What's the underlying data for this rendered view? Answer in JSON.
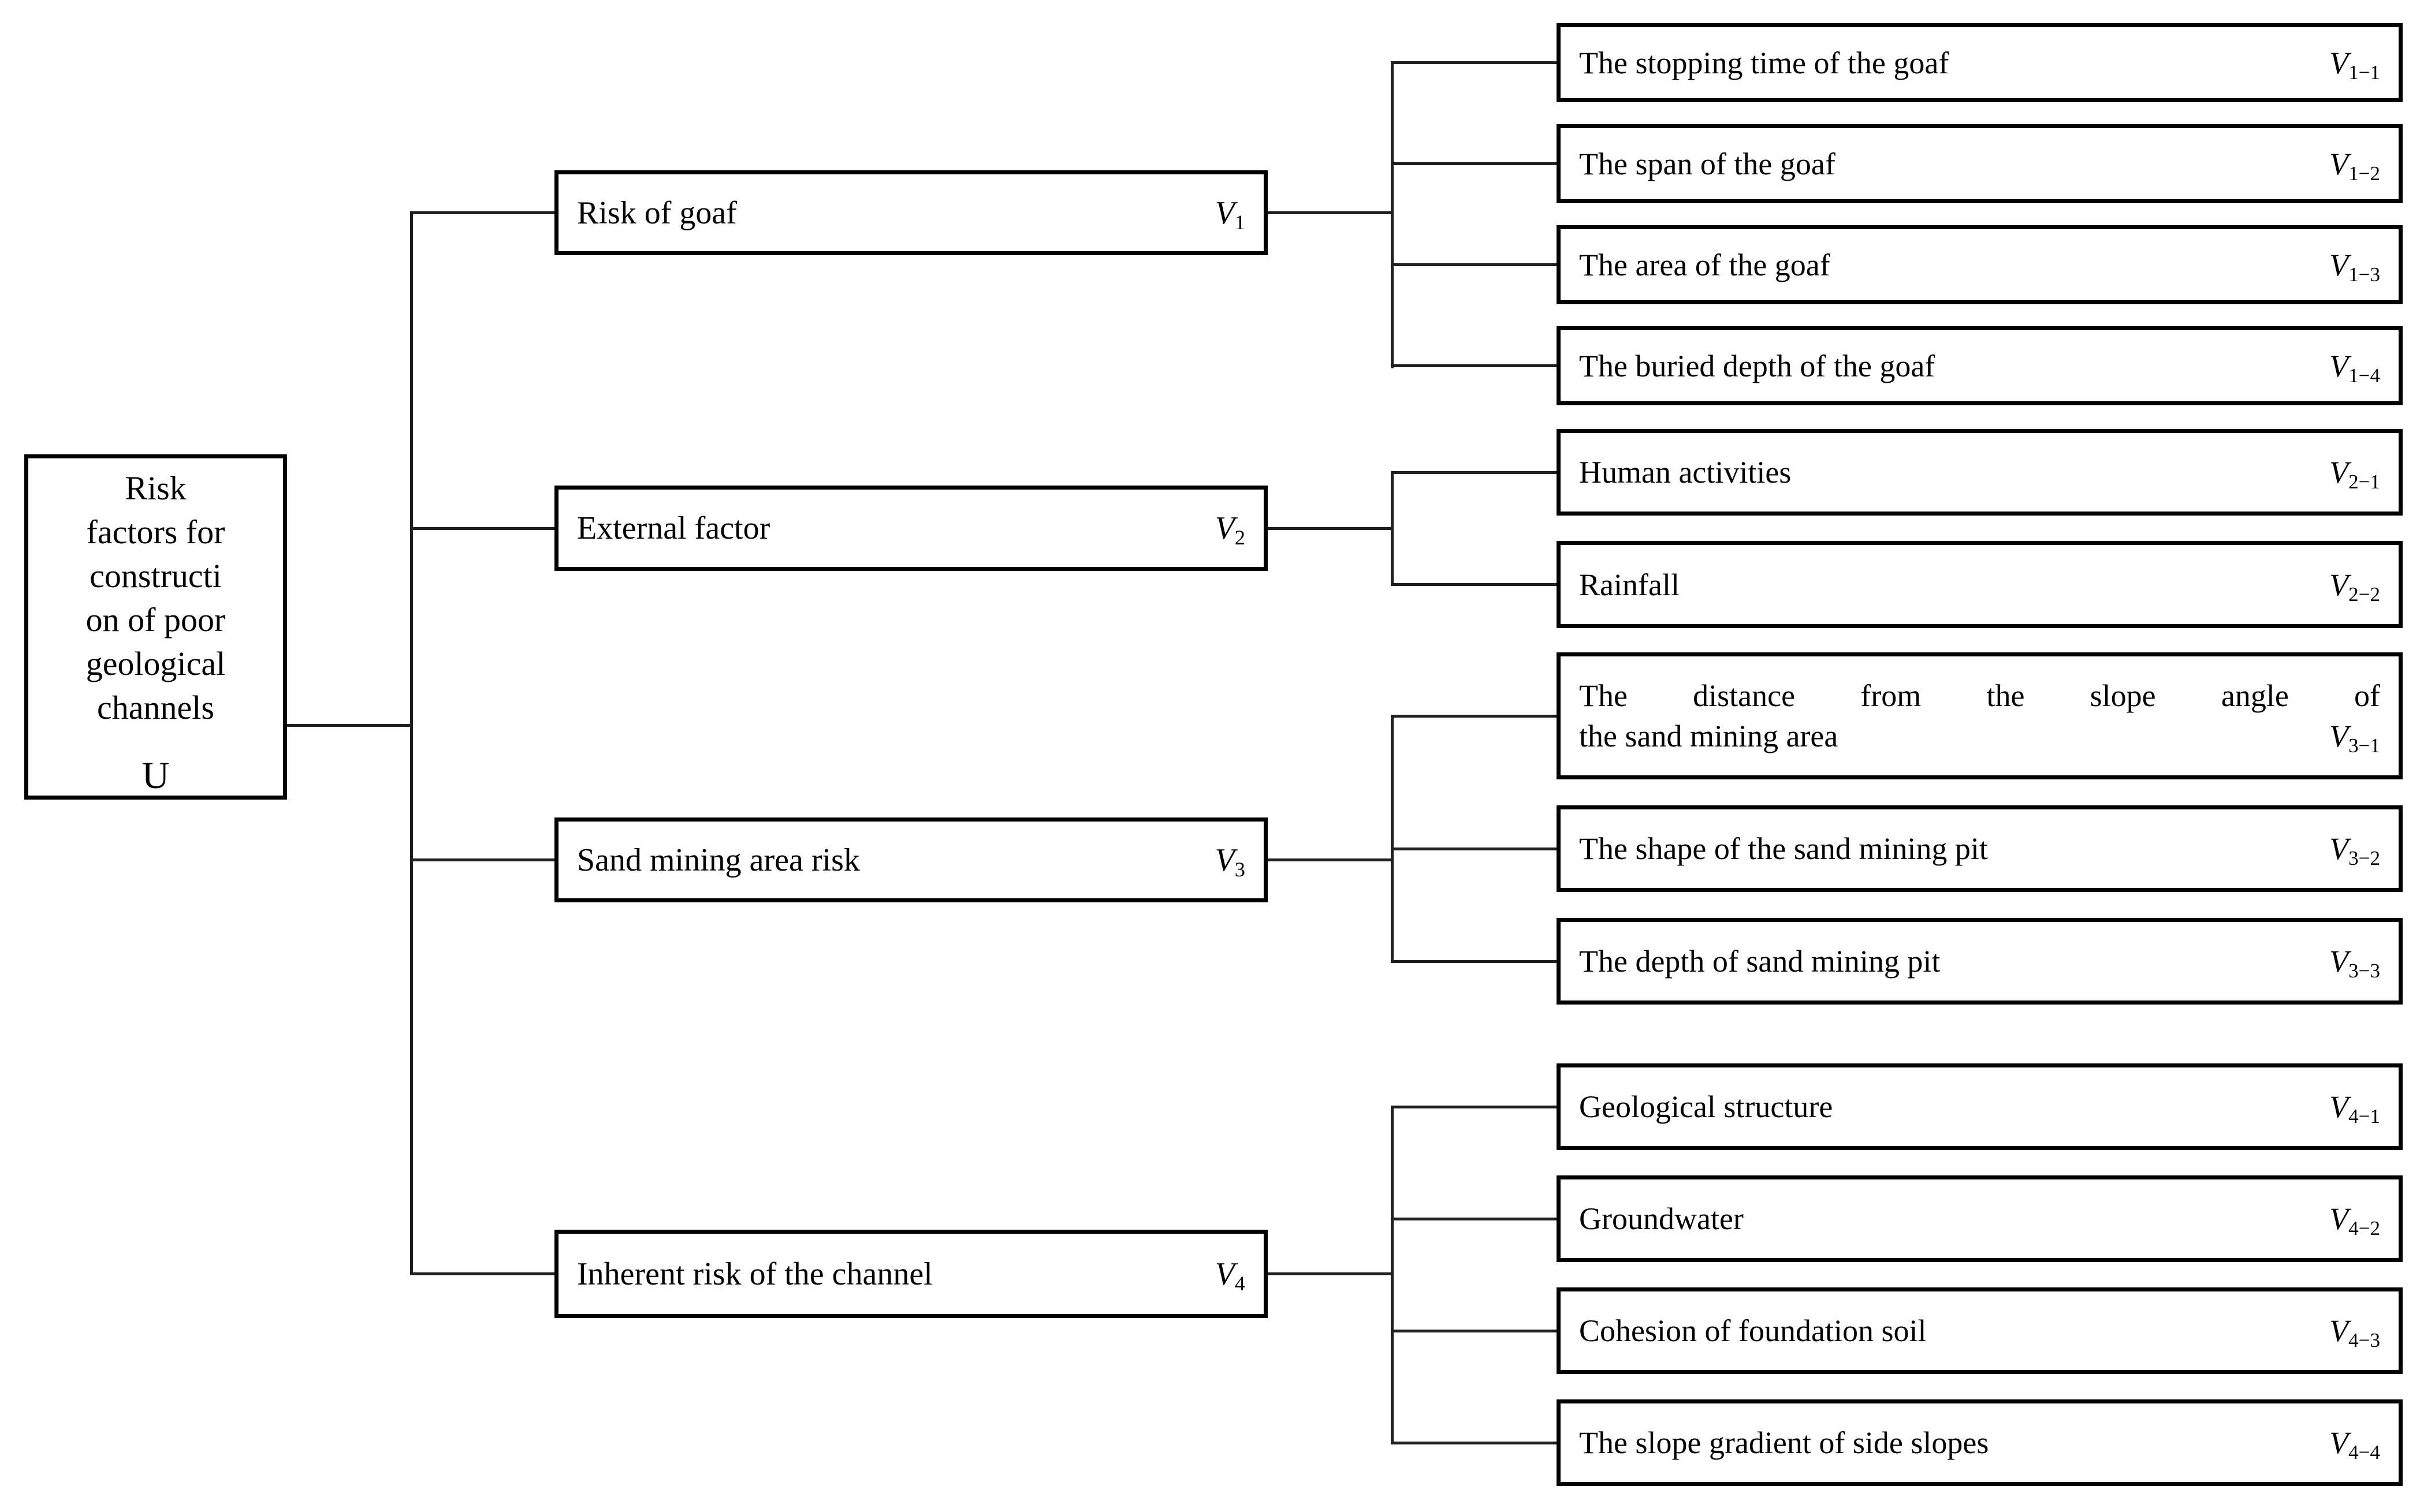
{
  "figure": {
    "root": {
      "lines": [
        "Risk",
        "factors for",
        "constructi",
        "on of poor",
        "geological",
        "channels"
      ],
      "code": "U"
    },
    "groups": [
      {
        "parent": {
          "label": "Risk of goaf",
          "var": "V",
          "sub": "1"
        },
        "children": [
          {
            "label": "The stopping time of the goaf",
            "var": "V",
            "sub": "1−1"
          },
          {
            "label": "The span of the goaf",
            "var": "V",
            "sub": "1−2"
          },
          {
            "label": "The area of the goaf",
            "var": "V",
            "sub": "1−3"
          },
          {
            "label": "The buried depth of the goaf",
            "var": "V",
            "sub": "1−4"
          }
        ]
      },
      {
        "parent": {
          "label": "External factor",
          "var": "V",
          "sub": "2"
        },
        "children": [
          {
            "label": "Human activities",
            "var": "V",
            "sub": "2−1"
          },
          {
            "label": "Rainfall",
            "var": "V",
            "sub": "2−2"
          }
        ]
      },
      {
        "parent": {
          "label": "Sand mining area risk",
          "var": "V",
          "sub": "3"
        },
        "children": [
          {
            "lines": [
              "The distance from the slope angle of",
              "the sand mining area"
            ],
            "var": "V",
            "sub": "3−1"
          },
          {
            "label": "The shape of the sand mining pit",
            "var": "V",
            "sub": "3−2"
          },
          {
            "label": "The depth of sand mining pit",
            "var": "V",
            "sub": "3−3"
          }
        ]
      },
      {
        "parent": {
          "label": "Inherent risk of the channel",
          "var": "V",
          "sub": "4"
        },
        "children": [
          {
            "label": "Geological structure",
            "var": "V",
            "sub": "4−1"
          },
          {
            "label": "Groundwater",
            "var": "V",
            "sub": "4−2"
          },
          {
            "label": "Cohesion of foundation soil",
            "var": "V",
            "sub": "4−3"
          },
          {
            "label": "The slope gradient of side slopes",
            "var": "V",
            "sub": "4−4"
          }
        ]
      }
    ],
    "colors": {
      "background": "#ffffff",
      "box_border": "#000000",
      "connector": "#1f1f1f",
      "text": "#000000"
    }
  }
}
